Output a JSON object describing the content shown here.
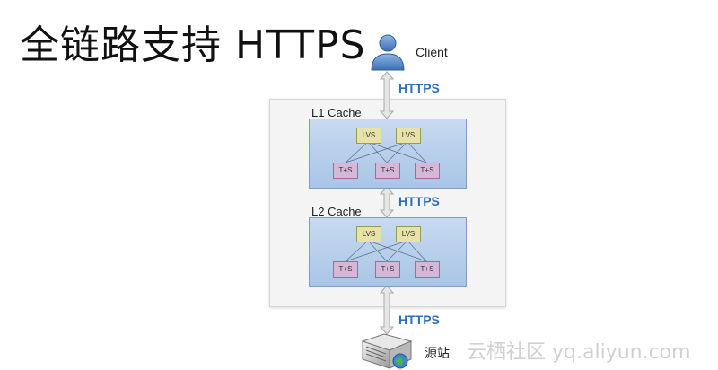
{
  "title": "全链路支持 HTTPS",
  "client": {
    "label": "Client"
  },
  "links": {
    "https_top": "HTTPS",
    "https_mid": "HTTPS",
    "https_bottom": "HTTPS"
  },
  "l1": {
    "label": "L1 Cache",
    "lvs": [
      "LVS",
      "LVS"
    ],
    "ts": [
      "T+S",
      "T+S",
      "T+S"
    ]
  },
  "l2": {
    "label": "L2 Cache",
    "lvs": [
      "LVS",
      "LVS"
    ],
    "ts": [
      "T+S",
      "T+S",
      "T+S"
    ]
  },
  "origin": {
    "label": "源站"
  },
  "watermark": "云栖社区 yq.aliyun.com",
  "colors": {
    "https": "#2f6fb5",
    "cache_box": "#b4cdea",
    "lvs": "#e7e2a8",
    "ts": "#d7b7d6"
  },
  "icons": {
    "client": "user-icon",
    "origin": "server-icon"
  }
}
